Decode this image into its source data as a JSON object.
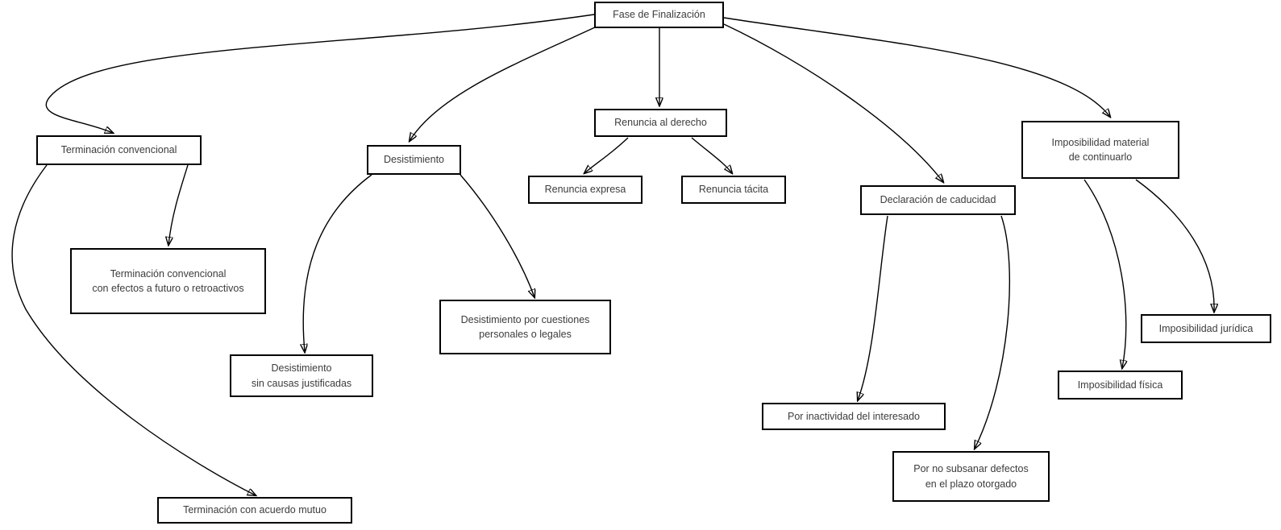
{
  "diagram": {
    "type": "concept-map",
    "title": "Fase de Finalización",
    "colors": {
      "background": "#ffffff",
      "node_background": "#ffffff",
      "node_border": "#000000",
      "line": "#000000",
      "text": "#3c3c3c"
    },
    "nodes": [
      {
        "id": "fase-de-finalizacion",
        "label": "Fase de Finalización"
      },
      {
        "id": "terminacion-convencional",
        "label": "Terminación convencional"
      },
      {
        "id": "desistimiento",
        "label": "Desistimiento"
      },
      {
        "id": "renuncia-al-derecho",
        "label": "Renuncia al derecho"
      },
      {
        "id": "renuncia-expresa",
        "label": "Renuncia expresa"
      },
      {
        "id": "renuncia-tacita",
        "label": "Renuncia tácita"
      },
      {
        "id": "declaracion-de-caducidad",
        "label": "Declaración de caducidad"
      },
      {
        "id": "imposibilidad-material-de-continuarlo",
        "label": "Imposibilidad material\nde continuarlo"
      },
      {
        "id": "terminacion-convencional-con-efectos",
        "label": "Terminación convencional\ncon efectos a futuro o retroactivos"
      },
      {
        "id": "desistimiento-sin-causas-justificadas",
        "label": "Desistimiento\nsin causas justificadas"
      },
      {
        "id": "desistimiento-por-cuestiones",
        "label": "Desistimiento por cuestiones\npersonales o legales"
      },
      {
        "id": "por-inactividad-del-interesado",
        "label": "Por inactividad del interesado"
      },
      {
        "id": "por-no-subsanar-defectos",
        "label": "Por no subsanar defectos\nen el plazo otorgado"
      },
      {
        "id": "imposibilidad-fisica",
        "label": "Imposibilidad física"
      },
      {
        "id": "imposibilidad-juridica",
        "label": "Imposibilidad jurídica"
      },
      {
        "id": "terminacion-con-acuerdo-mutuo",
        "label": "Terminación con acuerdo mutuo"
      }
    ],
    "edges": [
      {
        "from": "fase-de-finalizacion",
        "to": "terminacion-convencional"
      },
      {
        "from": "fase-de-finalizacion",
        "to": "desistimiento"
      },
      {
        "from": "fase-de-finalizacion",
        "to": "renuncia-al-derecho"
      },
      {
        "from": "fase-de-finalizacion",
        "to": "declaracion-de-caducidad"
      },
      {
        "from": "fase-de-finalizacion",
        "to": "imposibilidad-material-de-continuarlo"
      },
      {
        "from": "terminacion-convencional",
        "to": "terminacion-convencional-con-efectos"
      },
      {
        "from": "terminacion-convencional",
        "to": "terminacion-con-acuerdo-mutuo"
      },
      {
        "from": "desistimiento",
        "to": "desistimiento-sin-causas-justificadas"
      },
      {
        "from": "desistimiento",
        "to": "desistimiento-por-cuestiones"
      },
      {
        "from": "renuncia-al-derecho",
        "to": "renuncia-expresa"
      },
      {
        "from": "renuncia-al-derecho",
        "to": "renuncia-tacita"
      },
      {
        "from": "declaracion-de-caducidad",
        "to": "por-inactividad-del-interesado"
      },
      {
        "from": "declaracion-de-caducidad",
        "to": "por-no-subsanar-defectos"
      },
      {
        "from": "imposibilidad-material-de-continuarlo",
        "to": "imposibilidad-fisica"
      },
      {
        "from": "imposibilidad-material-de-continuarlo",
        "to": "imposibilidad-juridica"
      }
    ]
  }
}
